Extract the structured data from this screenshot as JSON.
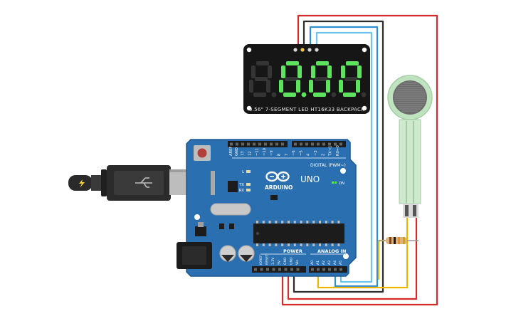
{
  "display": {
    "digits": [
      "8",
      "0",
      "0",
      "0"
    ],
    "reading": "0.00",
    "label": "0.56\" 7-SEGMENT LED HT16K33 BACKPACK",
    "digit_on_color": "#5ee35e",
    "digit_off_color": "#353535",
    "pins": [
      "#d6d6d6",
      "#f2c14e",
      "#d6d6d6",
      "#d6d6d6"
    ]
  },
  "arduino": {
    "brand": "ARDUINO",
    "model": "UNO",
    "on_label": "ON",
    "digital_header": "DIGITAL (PWM~)",
    "power_header": "POWER",
    "analog_header": "ANALOG IN",
    "aref": "AREF",
    "gnd": "GND",
    "digital_pins": [
      "13",
      "12",
      "~11",
      "~10",
      "~9",
      "8",
      "7",
      "~6",
      "~5",
      "4",
      "~3",
      "2",
      "TX→1",
      "RX←0"
    ],
    "power_pins": [
      "IOREF",
      "RESET",
      "3.3V",
      "5V",
      "GND",
      "GND",
      "Vin"
    ],
    "analog_pins": [
      "A0",
      "A1",
      "A2",
      "A3",
      "A4",
      "A5"
    ],
    "led_labels": [
      "L",
      "TX",
      "RX"
    ],
    "board_color": "#2a6fb0"
  },
  "sensor": {
    "name": "force-sensitive-resistor"
  },
  "wire_colors": {
    "red": "#d62b2b",
    "black": "#2b2b2b",
    "blue1": "#2c8fcf",
    "blue2": "#6cc4ea",
    "yellow": "#f0b400"
  }
}
